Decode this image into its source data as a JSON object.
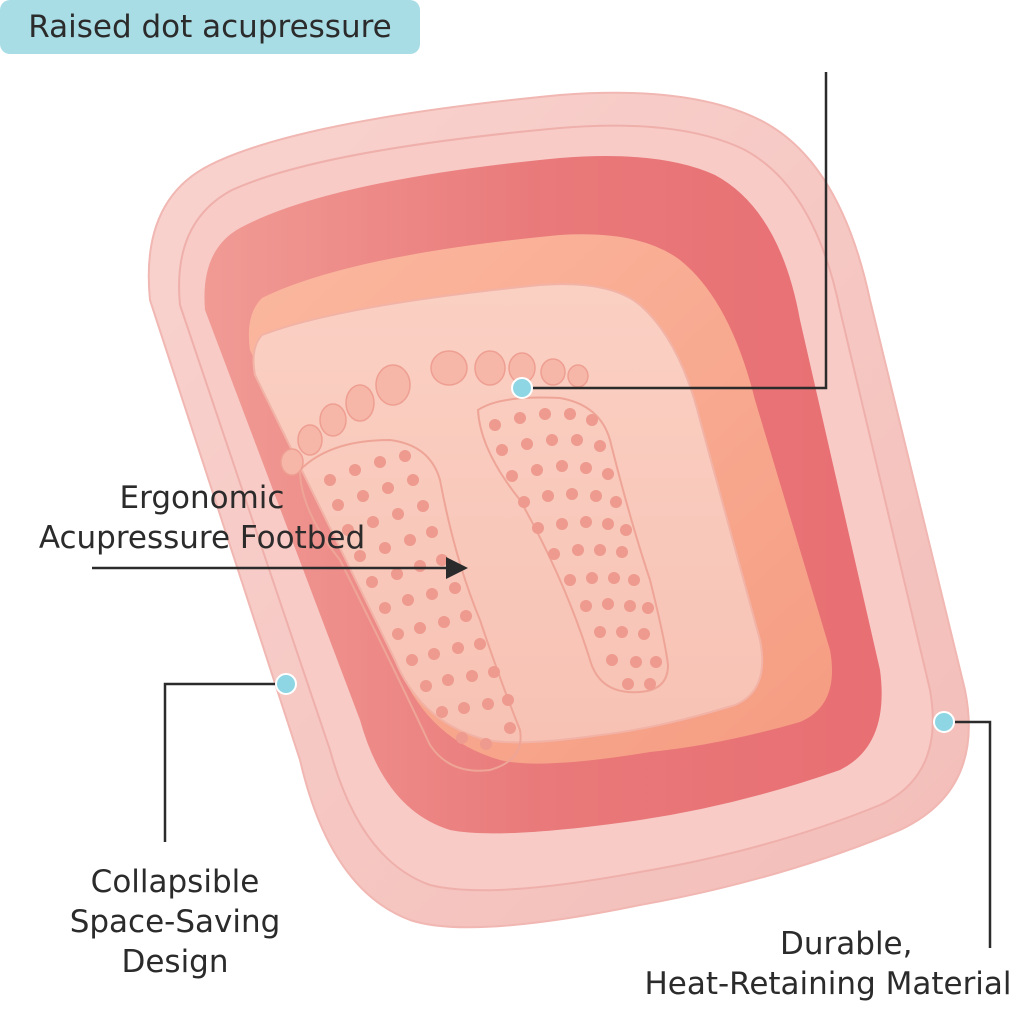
{
  "callouts": {
    "raised_dot": "Raised dot acupressure",
    "ergonomic": [
      "Ergonomic",
      "Acupressure Footbed"
    ],
    "collapsible": [
      "Collapsible",
      "Space-Saving",
      "Design"
    ],
    "durable": [
      "Durable,",
      "Heat-Retaining Material"
    ]
  },
  "colors": {
    "background": "#ffffff",
    "callout_fill": "#a9dde6",
    "marker_dot": "#8fd6e4",
    "leader_line": "#2b2b2b",
    "tub_outer": "#f6c6c2",
    "tub_wall": "#ef8a86",
    "tub_inner": "#f7a58e",
    "footbed": "#f8c8bb",
    "nub": "#ee9a8e"
  }
}
